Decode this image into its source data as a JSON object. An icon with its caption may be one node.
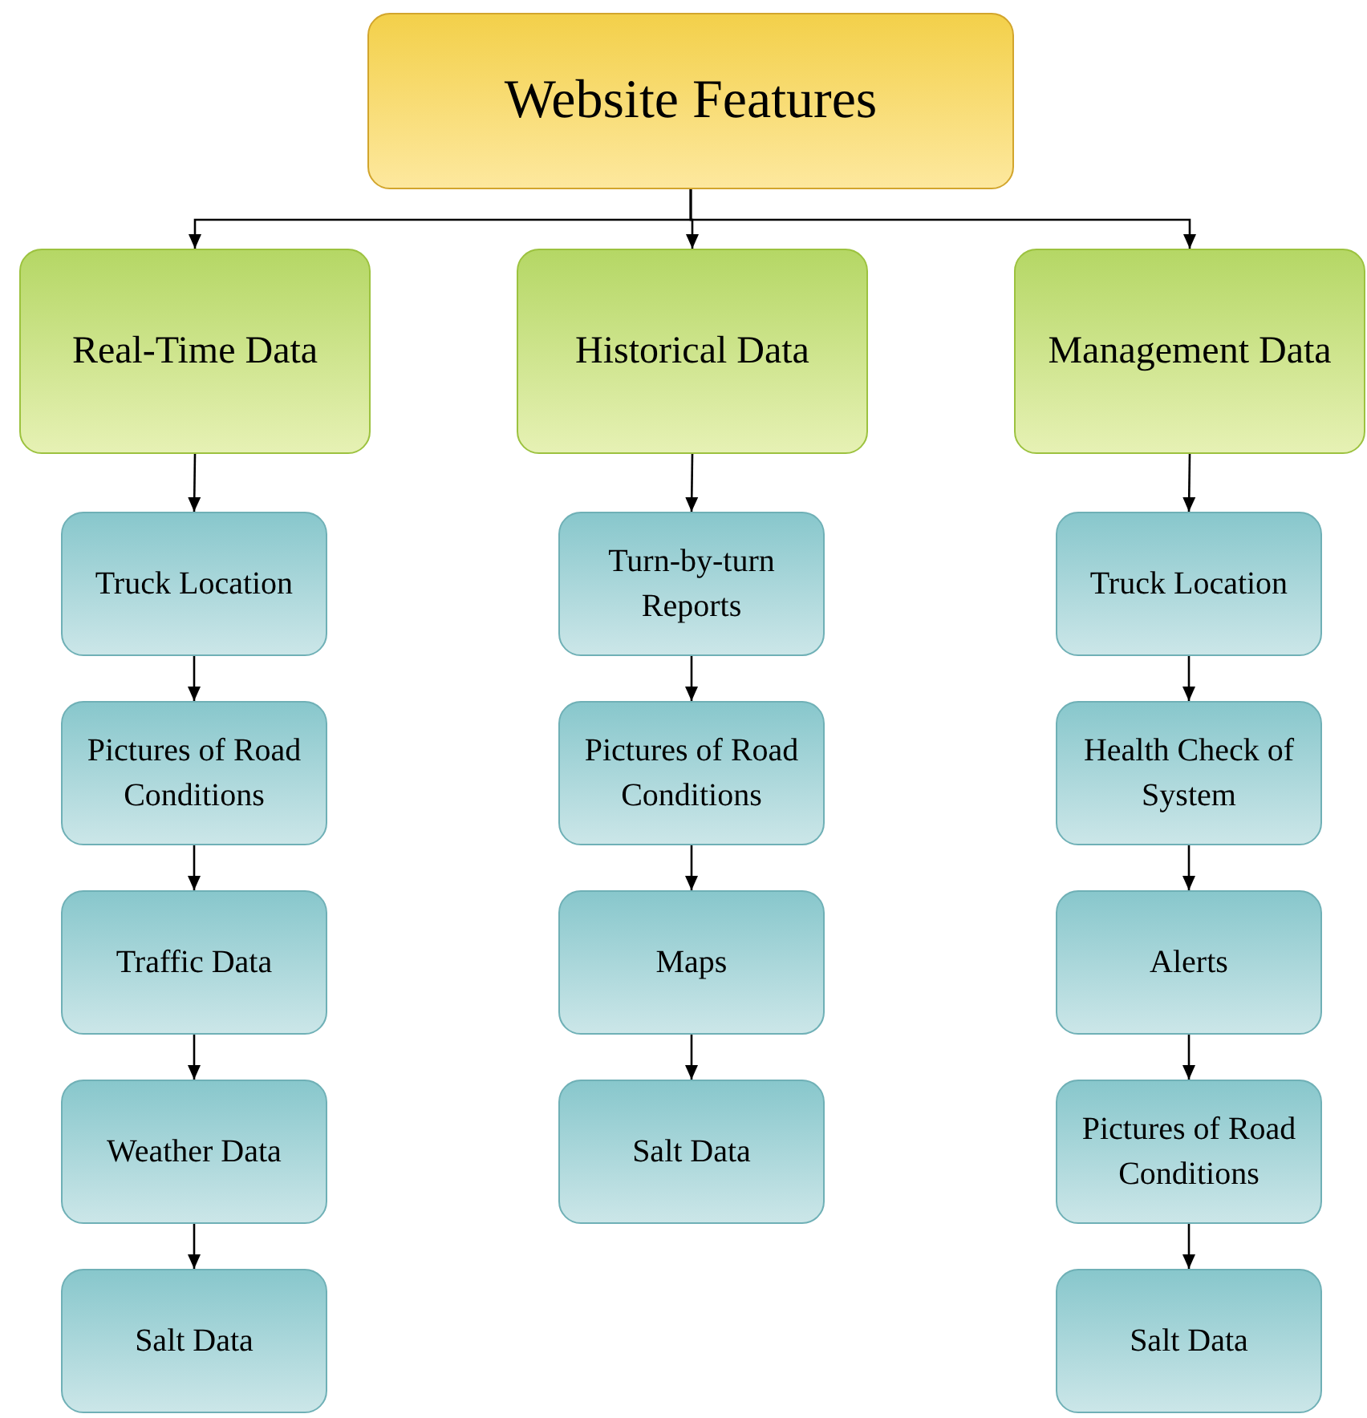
{
  "diagram": {
    "nodes": [
      {
        "text": [
          "Website Features"
        ]
      },
      {
        "text": [
          "Real-Time Data"
        ]
      },
      {
        "text": [
          "Historical Data"
        ]
      },
      {
        "text": [
          "Management Data"
        ]
      },
      {
        "text": [
          "Truck Location"
        ]
      },
      {
        "text": [
          "Pictures of Road Conditions"
        ]
      },
      {
        "text": [
          "Traffic Data"
        ]
      },
      {
        "text": [
          "Weather Data"
        ]
      },
      {
        "text": [
          "Salt Data"
        ]
      },
      {
        "text": [
          "Turn-by-turn Reports"
        ]
      },
      {
        "text": [
          "Pictures of Road Conditions"
        ]
      },
      {
        "text": [
          "Maps"
        ]
      },
      {
        "text": [
          "Salt Data"
        ]
      },
      {
        "text": [
          "Truck Location"
        ]
      },
      {
        "text": [
          "Health Check of System"
        ]
      },
      {
        "text": [
          "Alerts"
        ]
      },
      {
        "text": [
          "Pictures of Road Conditions"
        ]
      },
      {
        "text": [
          "Salt Data"
        ]
      }
    ],
    "edges": [
      {
        "from": 0,
        "to": 1,
        "arrow": "to"
      },
      {
        "from": 0,
        "to": 2,
        "arrow": "to"
      },
      {
        "from": 0,
        "to": 3,
        "arrow": "to"
      },
      {
        "from": 1,
        "to": 4,
        "arrow": "to"
      },
      {
        "from": 4,
        "to": 5,
        "arrow": "to"
      },
      {
        "from": 5,
        "to": 6,
        "arrow": "to"
      },
      {
        "from": 6,
        "to": 7,
        "arrow": "to"
      },
      {
        "from": 7,
        "to": 8,
        "arrow": "to"
      },
      {
        "from": 2,
        "to": 9,
        "arrow": "to"
      },
      {
        "from": 9,
        "to": 10,
        "arrow": "to"
      },
      {
        "from": 10,
        "to": 11,
        "arrow": "to"
      },
      {
        "from": 11,
        "to": 12,
        "arrow": "to"
      },
      {
        "from": 3,
        "to": 13,
        "arrow": "to"
      },
      {
        "from": 13,
        "to": 14,
        "arrow": "to"
      },
      {
        "from": 14,
        "to": 15,
        "arrow": "to"
      },
      {
        "from": 15,
        "to": 16,
        "arrow": "to"
      },
      {
        "from": 16,
        "to": 17,
        "arrow": "to"
      }
    ]
  }
}
